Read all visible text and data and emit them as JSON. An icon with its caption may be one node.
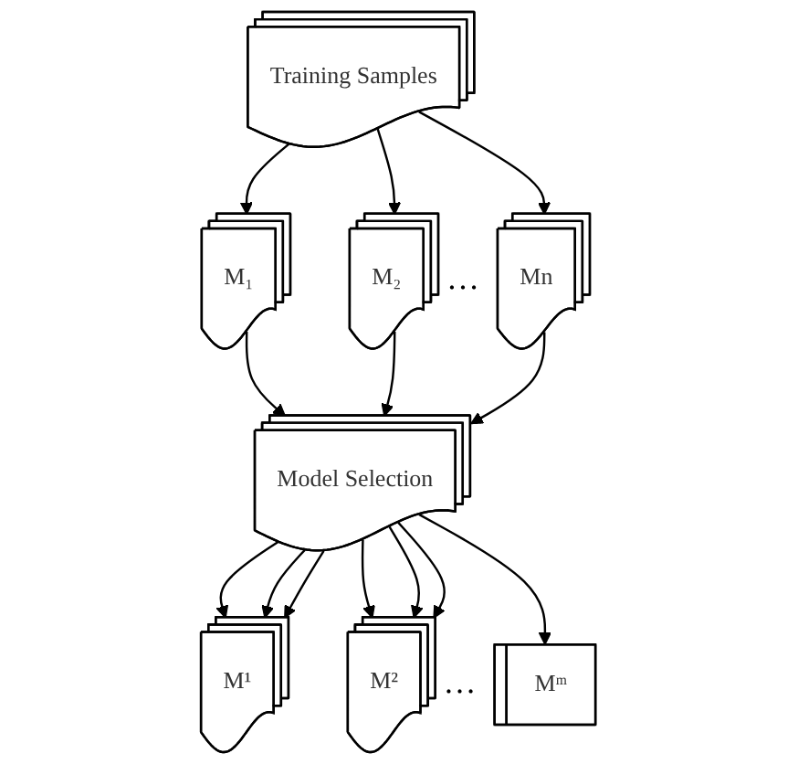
{
  "diagram": {
    "nodes": [
      {
        "text": [
          "Training Samples"
        ]
      },
      {
        "text": [
          "M₁"
        ]
      },
      {
        "text": [
          "M₂"
        ]
      },
      {
        "text": [
          "Mn"
        ]
      },
      {
        "text": [
          "Model Selection"
        ]
      },
      {
        "text": [
          "M¹"
        ]
      },
      {
        "text": [
          "M²"
        ]
      },
      {
        "text": [
          "Mᵐ"
        ]
      }
    ],
    "edges": [
      {
        "from": 0,
        "to": 1,
        "arrow": "to"
      },
      {
        "from": 0,
        "to": 2,
        "arrow": "to"
      },
      {
        "from": 0,
        "to": 3,
        "arrow": "to"
      },
      {
        "from": 1,
        "to": 4,
        "arrow": "to"
      },
      {
        "from": 2,
        "to": 4,
        "arrow": "to"
      },
      {
        "from": 3,
        "to": 4,
        "arrow": "to"
      },
      {
        "from": 4,
        "to": 5,
        "arrow": "to"
      },
      {
        "from": 4,
        "to": 5,
        "arrow": "to"
      },
      {
        "from": 4,
        "to": 5,
        "arrow": "to"
      },
      {
        "from": 4,
        "to": 6,
        "arrow": "to"
      },
      {
        "from": 4,
        "to": 6,
        "arrow": "to"
      },
      {
        "from": 4,
        "to": 6,
        "arrow": "to"
      },
      {
        "from": 4,
        "to": 7,
        "arrow": "to"
      }
    ],
    "labels": [
      "…",
      "…"
    ]
  }
}
